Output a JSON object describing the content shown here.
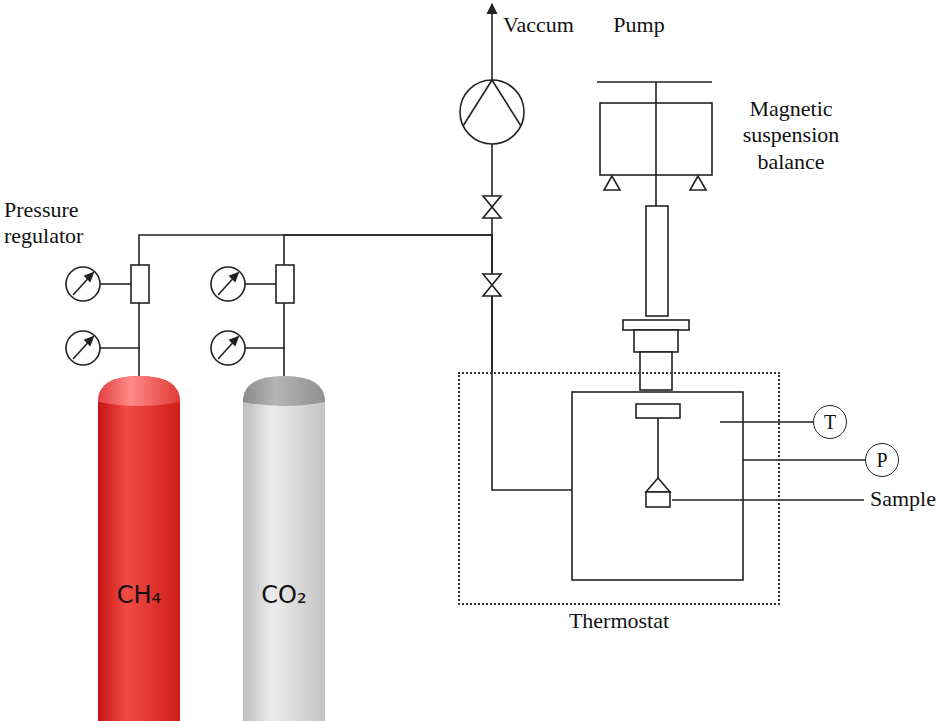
{
  "diagram": {
    "nodes": [
      {
        "text": [
          "CH₄"
        ]
      },
      {
        "text": [
          "CO₂"
        ]
      },
      {
        "text": [
          "Thermostat"
        ]
      },
      {
        "text": [
          "T"
        ]
      },
      {
        "text": [
          "P"
        ]
      }
    ],
    "edges": [
      {
        "from": 0,
        "to": 2,
        "arrow": "none"
      },
      {
        "from": 1,
        "to": 2,
        "arrow": "none"
      }
    ],
    "labels": [
      "Vaccum Pump",
      "Magnetic suspension balance",
      "Pressure regulator",
      "Sample"
    ]
  }
}
